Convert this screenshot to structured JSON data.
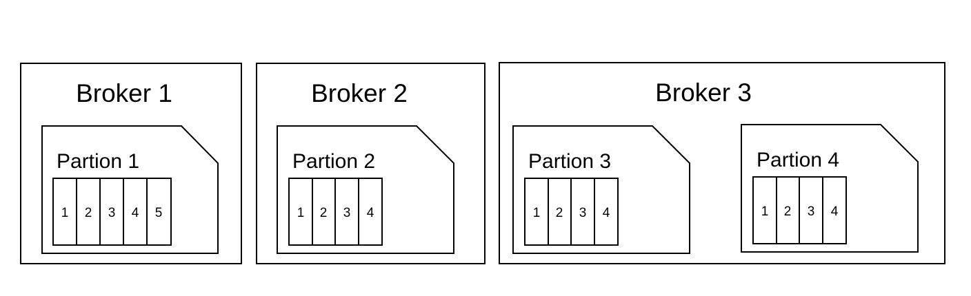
{
  "brokers": [
    {
      "title": "Broker 1",
      "partitions": [
        {
          "title": "Partion 1",
          "segments": [
            "1",
            "2",
            "3",
            "4",
            "5"
          ]
        }
      ]
    },
    {
      "title": "Broker 2",
      "partitions": [
        {
          "title": "Partion 2",
          "segments": [
            "1",
            "2",
            "3",
            "4"
          ]
        }
      ]
    },
    {
      "title": "Broker 3",
      "partitions": [
        {
          "title": "Partion 3",
          "segments": [
            "1",
            "2",
            "3",
            "4"
          ]
        },
        {
          "title": "Partion 4",
          "segments": [
            "1",
            "2",
            "3",
            "4"
          ]
        }
      ]
    }
  ]
}
